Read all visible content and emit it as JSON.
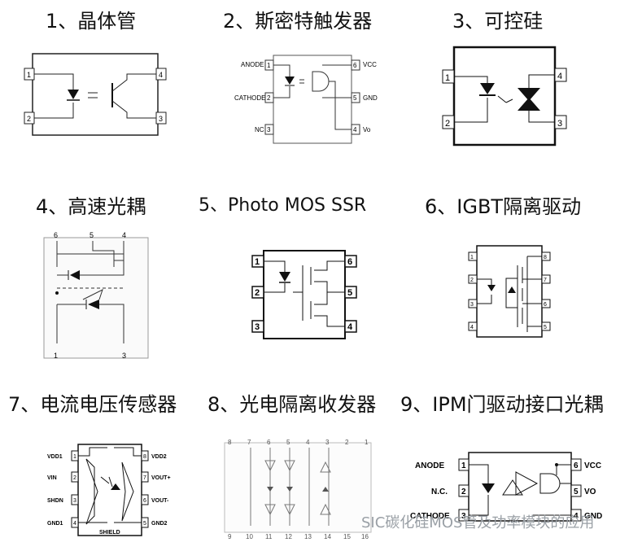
{
  "titles": [
    "1、晶体管",
    "2、斯密特触发器",
    "3、可控硅",
    "4、高速光耦",
    "5、Photo MOS SSR",
    "6、IGBT隔离驱动",
    "7、电流电压传感器",
    "8、光电隔离收发器",
    "9、IPM门驱动接口光耦"
  ],
  "d1": {
    "pins": [
      "1",
      "2",
      "3",
      "4"
    ]
  },
  "d2": {
    "left": [
      "ANODE",
      "CATHODE",
      "NC"
    ],
    "right": [
      "VCC",
      "GND",
      "Vo"
    ],
    "nums": [
      "1",
      "2",
      "3",
      "6",
      "5",
      "4"
    ]
  },
  "d3": {
    "pins": [
      "1",
      "2",
      "3",
      "4"
    ]
  },
  "d4": {
    "pins": [
      "6",
      "5",
      "4",
      "1",
      "3"
    ]
  },
  "d5": {
    "pins": [
      "1",
      "2",
      "3",
      "4",
      "5",
      "6"
    ]
  },
  "d6": {
    "pins": [
      "1",
      "2",
      "3",
      "4",
      "5",
      "6",
      "7",
      "8"
    ]
  },
  "d7": {
    "left": [
      "VDD1",
      "VIN",
      "SHDN",
      "GND1"
    ],
    "right": [
      "VDD2",
      "VOUT+",
      "VOUT-",
      "GND2"
    ],
    "nums": [
      "1",
      "2",
      "3",
      "4",
      "8",
      "7",
      "6",
      "5"
    ],
    "shield": "SHIELD"
  },
  "d8": {
    "top": [
      "8",
      "7",
      "6",
      "5",
      "4",
      "3",
      "2",
      "1"
    ],
    "bottom": [
      "9",
      "10",
      "11",
      "12",
      "13",
      "14",
      "15",
      "16"
    ]
  },
  "d9": {
    "left": [
      "ANODE",
      "N.C.",
      "CATHODE"
    ],
    "right": [
      "VCC",
      "VO",
      "GND"
    ],
    "nums": [
      "1",
      "2",
      "3",
      "6",
      "5",
      "4"
    ]
  },
  "watermark": "SIC碳化硅MOS管及功率模块的应用"
}
